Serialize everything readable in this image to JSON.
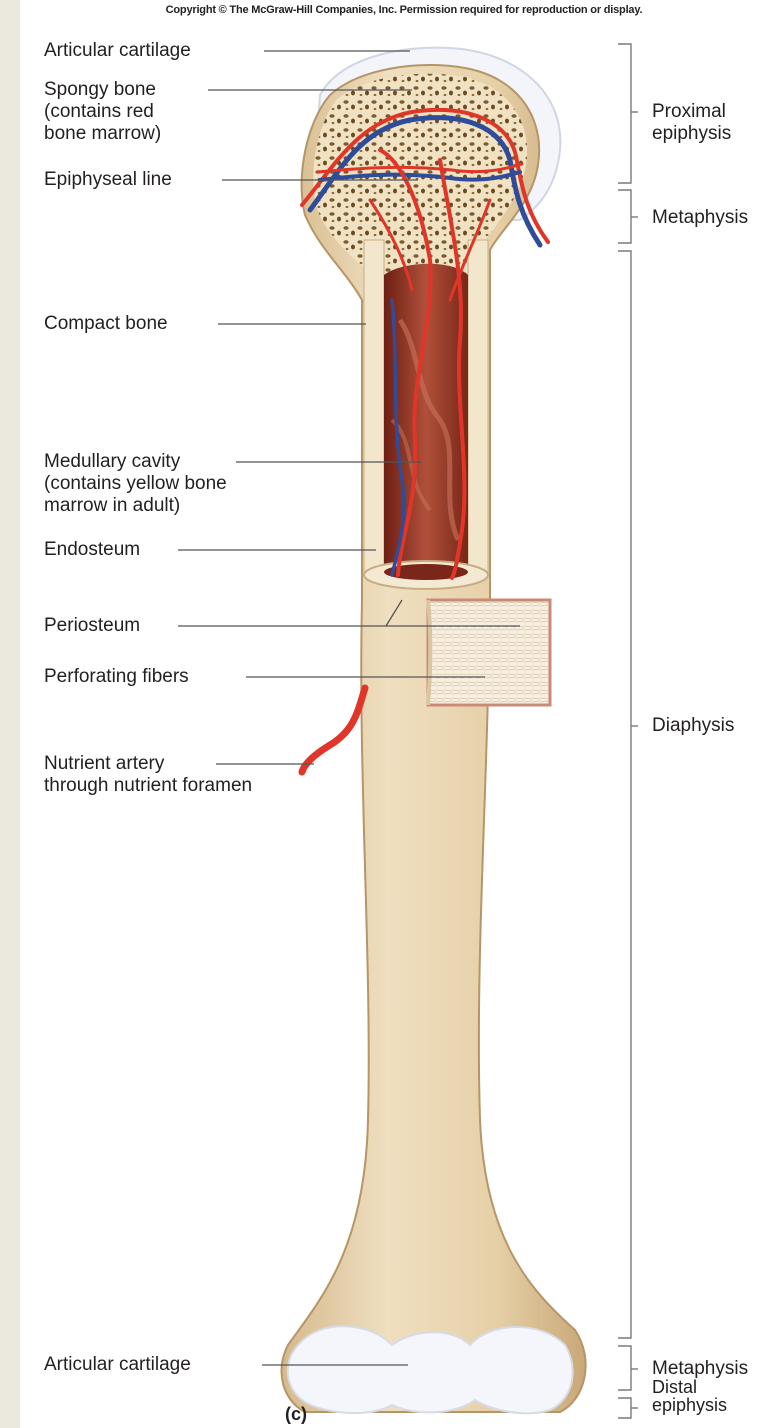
{
  "copyright": "Copyright © The McGraw-Hill Companies, Inc. Permission required for reproduction or display.",
  "left_labels": {
    "articular_cartilage_top": "Articular cartilage",
    "spongy_bone": [
      "Spongy bone",
      "(contains red",
      "bone marrow)"
    ],
    "epiphyseal_line": "Epiphyseal line",
    "compact_bone": "Compact bone",
    "medullary_cavity": [
      "Medullary cavity",
      "(contains yellow bone",
      "marrow in adult)"
    ],
    "endosteum": "Endosteum",
    "periosteum": "Periosteum",
    "perforating_fibers": "Perforating fibers",
    "nutrient_artery": [
      "Nutrient artery",
      "through nutrient foramen"
    ],
    "articular_cartilage_bottom": "Articular cartilage"
  },
  "regions": {
    "proximal_epiphysis": [
      "Proximal",
      "epiphysis"
    ],
    "metaphysis_top": "Metaphysis",
    "diaphysis": "Diaphysis",
    "metaphysis_bottom": "Metaphysis",
    "distal_epiphysis": [
      "Distal",
      "epiphysis"
    ]
  },
  "caption": "(c)",
  "colors": {
    "bone": "#ecd9b6",
    "bone_shadow": "#d8bf94",
    "spongy": "#efe0c0",
    "marrow": "#8e2f1f",
    "artery": "#e0362a",
    "vein": "#2f4c9a",
    "cartilage": "#f4f6fb",
    "bracket": "#7a7a7a",
    "leader": "#555555"
  }
}
